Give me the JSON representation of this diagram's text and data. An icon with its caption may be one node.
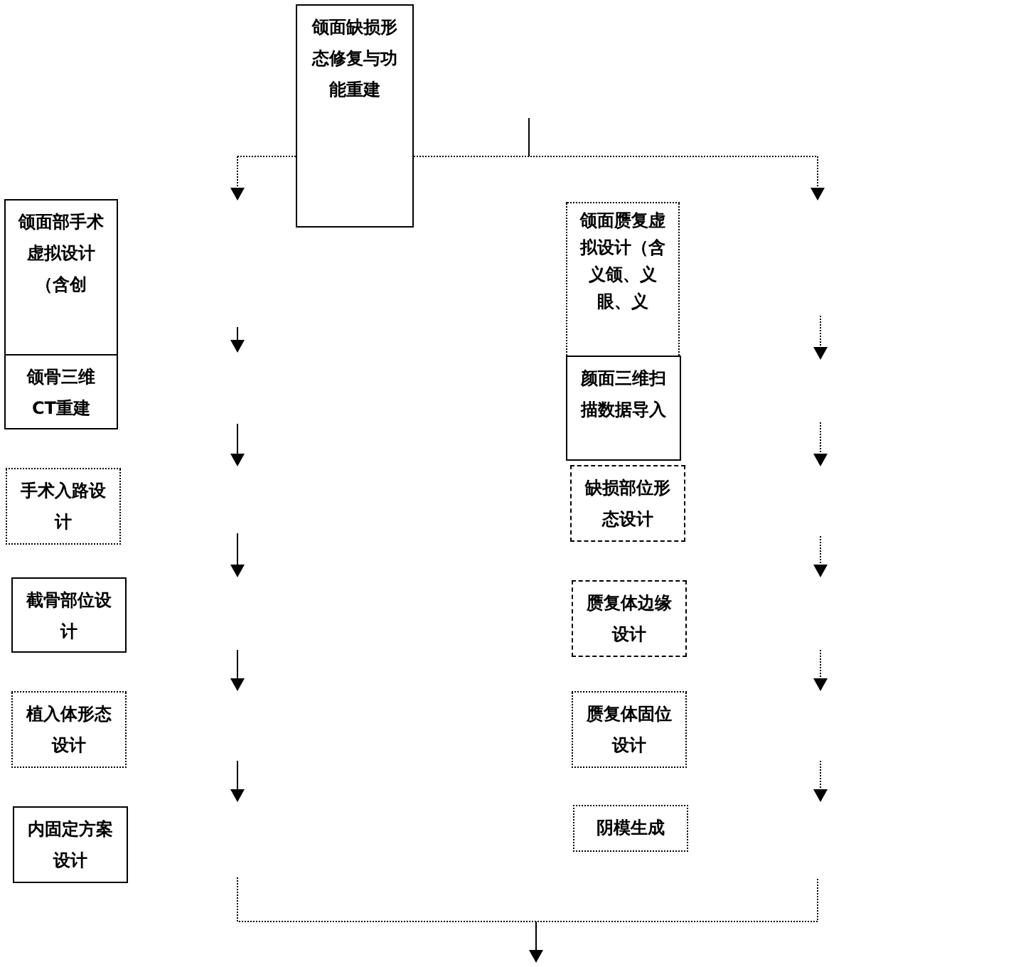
{
  "diagram": {
    "nodes": [
      {
        "text": [
          "颌面缺损形态修复与功能重建"
        ]
      },
      {
        "text": [
          "颌面部手术虚拟设计（含创"
        ]
      },
      {
        "text": [
          "颌骨三维CT重建"
        ]
      },
      {
        "text": [
          "手术入路设计"
        ]
      },
      {
        "text": [
          "截骨部位设计"
        ]
      },
      {
        "text": [
          "植入体形态设计"
        ]
      },
      {
        "text": [
          "内固定方案设计"
        ]
      },
      {
        "text": [
          "颌面赝复虚拟设计（含义颌、义眼、义"
        ]
      },
      {
        "text": [
          "颜面三维扫描数据导入"
        ]
      },
      {
        "text": [
          "缺损部位形态设计"
        ]
      },
      {
        "text": [
          "赝复体边缘设计"
        ]
      },
      {
        "text": [
          "赝复体固位设计"
        ]
      },
      {
        "text": [
          "阴模生成"
        ]
      }
    ]
  }
}
